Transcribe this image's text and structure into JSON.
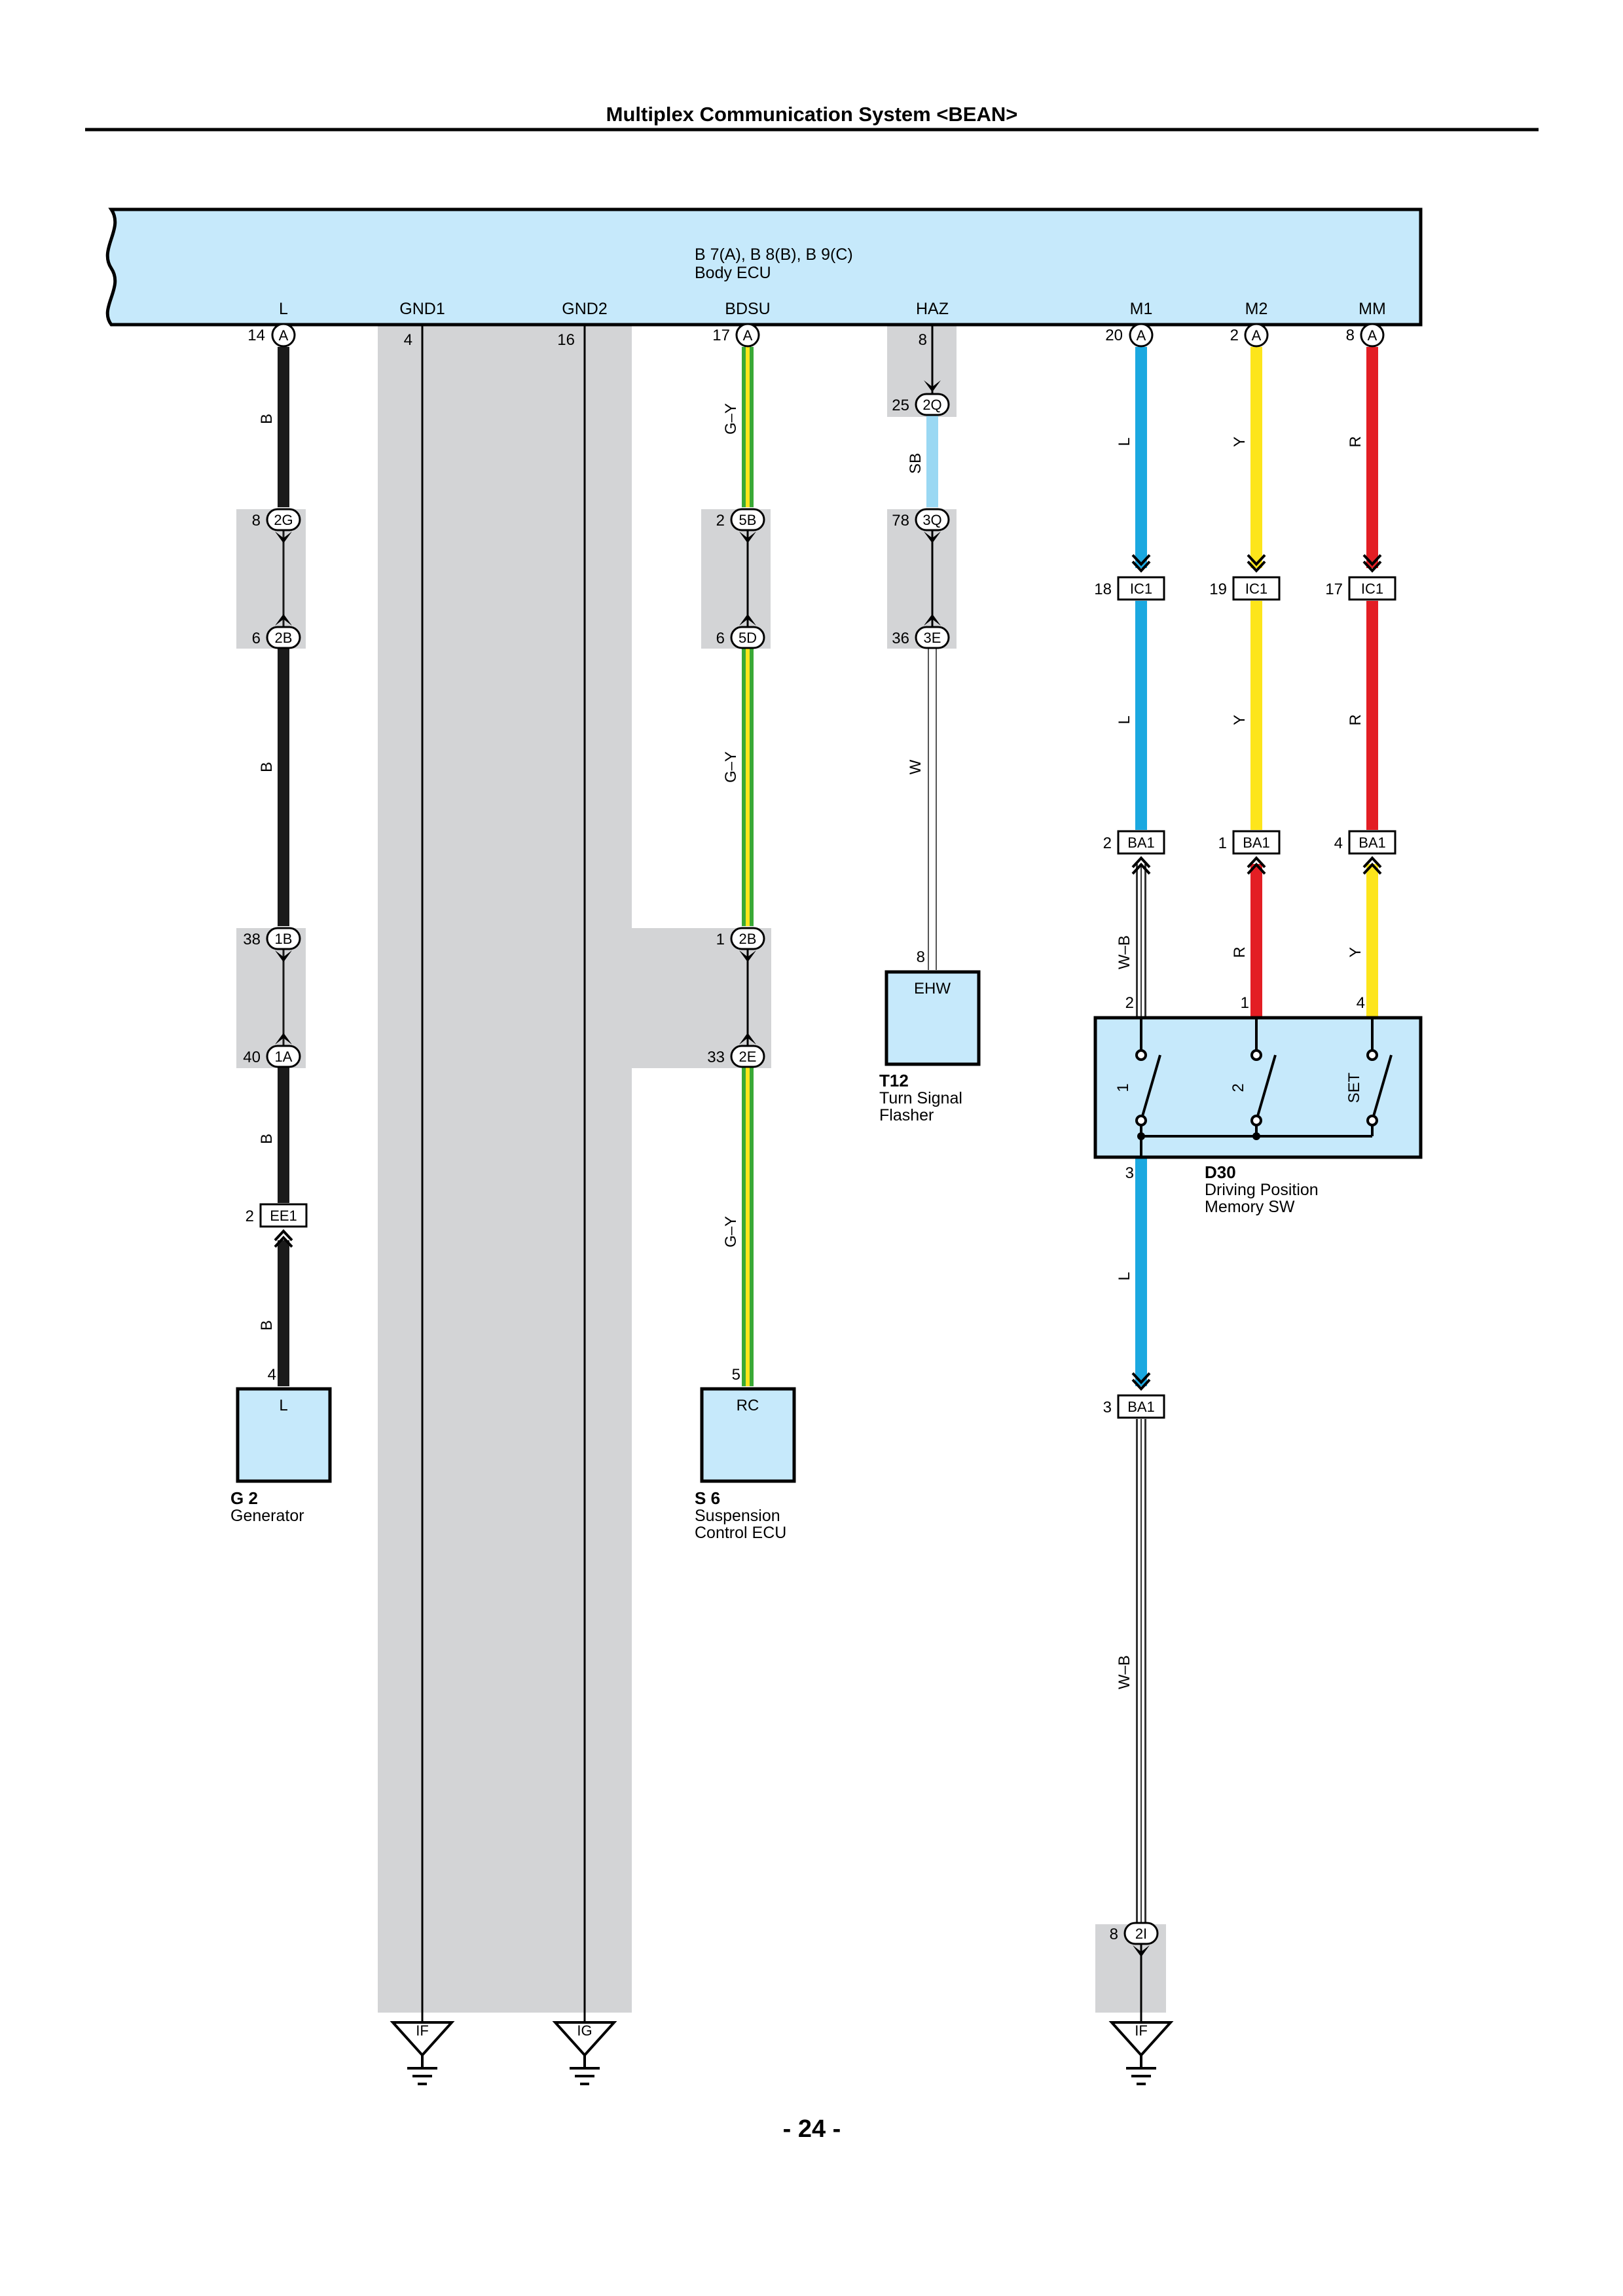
{
  "page": {
    "title": "Multiplex Communication System <BEAN>",
    "page_number": "- 24 -"
  },
  "ecu": {
    "line1": "B 7(A), B 8(B), B 9(C)",
    "line2": "Body ECU",
    "terminals": [
      "L",
      "GND1",
      "GND2",
      "BDSU",
      "HAZ",
      "M1",
      "M2",
      "MM"
    ]
  },
  "colors": {
    "ecu_fill": "#c6e9fb",
    "gray_band": "#d3d4d6",
    "wire_B": "#1a1a1a",
    "wire_L": "#1ba8e0",
    "wire_Y": "#fde51b",
    "wire_R": "#e31e24",
    "wire_SB": "#9ad8f3",
    "wire_G": "#3aa935"
  },
  "pins": {
    "l_top": "14",
    "l_top_conn": "A",
    "gnd1": "4",
    "gnd2": "16",
    "bdsu_top": "17",
    "bdsu_top_conn": "A",
    "haz_top": "8",
    "m1_top": "20",
    "m1_top_conn": "A",
    "m2_top": "2",
    "m2_top_conn": "A",
    "mm_top": "8",
    "mm_top_conn": "A",
    "c_2G_pin": "8",
    "c_2G": "2G",
    "c_2B_pin": "6",
    "c_2B": "2B",
    "c_1B_pin": "38",
    "c_1B": "1B",
    "c_1A_pin": "40",
    "c_1A": "1A",
    "c_EE1_pin": "2",
    "c_EE1": "EE1",
    "c_5B_pin": "2",
    "c_5B": "5B",
    "c_5D_pin": "6",
    "c_5D": "5D",
    "c_2B2_pin": "1",
    "c_2B2": "2B",
    "c_2E_pin": "33",
    "c_2E": "2E",
    "c_2Q_pin": "25",
    "c_2Q": "2Q",
    "c_3Q_pin": "78",
    "c_3Q": "3Q",
    "c_3E_pin": "36",
    "c_3E": "3E",
    "c_IC1a_pin": "18",
    "c_IC1b_pin": "19",
    "c_IC1c_pin": "17",
    "c_IC1": "IC1",
    "c_BA1a_pin": "2",
    "c_BA1b_pin": "1",
    "c_BA1c_pin": "4",
    "c_BA1": "BA1",
    "c_BA1d_pin": "3",
    "c_2I_pin": "8",
    "c_2I": "2I",
    "sw_pin2": "2",
    "sw_pin1": "1",
    "sw_pin4": "4",
    "sw_pin3": "3",
    "gen_pin": "4",
    "rc_pin": "5",
    "ehw_pin": "8"
  },
  "wires": {
    "l1": "B",
    "l2": "B",
    "l3": "B",
    "l4": "B",
    "bdsu1": "G–Y",
    "bdsu2": "G–Y",
    "bdsu3": "G–Y",
    "haz1": "SB",
    "haz2": "W",
    "m1a": "L",
    "m1b": "L",
    "m1c": "W–B",
    "m1d": "L",
    "m1e": "W–B",
    "m2a": "Y",
    "m2b": "Y",
    "m2c": "R",
    "mma": "R",
    "mmb": "R",
    "mmc": "Y"
  },
  "components": {
    "gen_terminal": "L",
    "gen_code": "G 2",
    "gen_name": "Generator",
    "rc_terminal": "RC",
    "rc_code": "S 6",
    "rc_name1": "Suspension",
    "rc_name2": "Control ECU",
    "ehw_terminal": "EHW",
    "ehw_code": "T12",
    "ehw_name1": "Turn Signal",
    "ehw_name2": "Flasher",
    "sw_label1": "1",
    "sw_label2": "2",
    "sw_label3": "SET",
    "sw_code": "D30",
    "sw_name1": "Driving Position",
    "sw_name2": "Memory SW"
  },
  "grounds": {
    "g1": "IF",
    "g2": "IG",
    "g3": "IF"
  }
}
